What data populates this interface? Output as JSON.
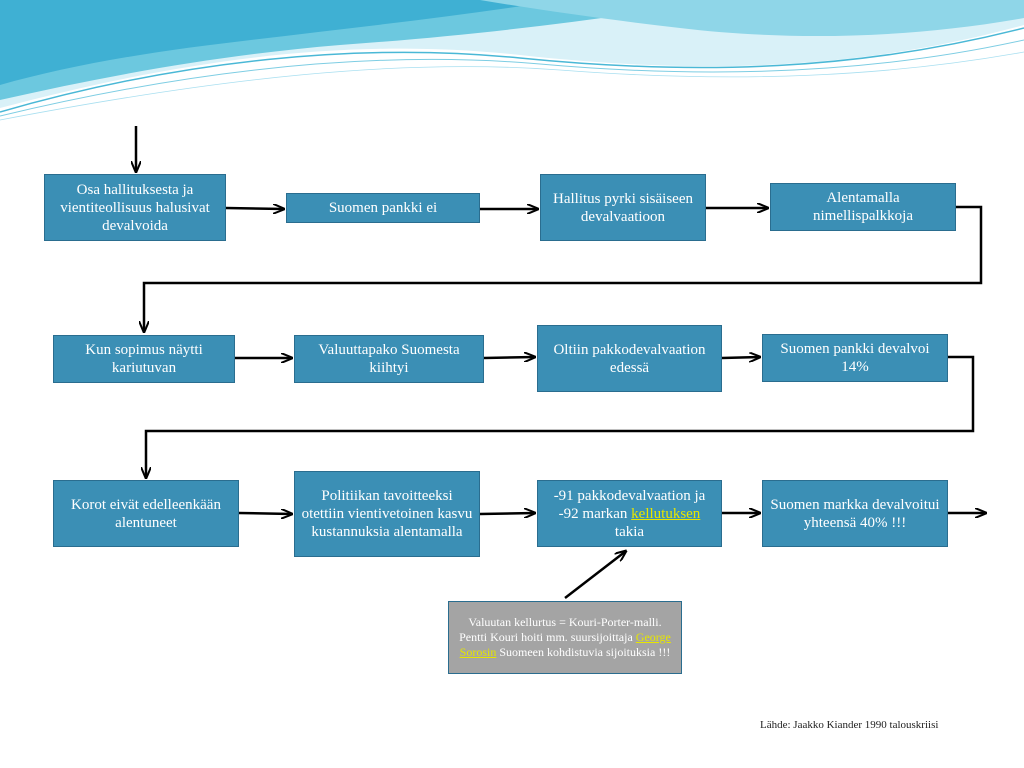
{
  "boxes": {
    "b1": "Osa hallituksesta ja vientiteollisuus halusivat devalvoida",
    "b2": "Suomen pankki ei",
    "b3": "Hallitus pyrki sisäiseen devalvaatioon",
    "b4": "Alentamalla nimellispalkkoja",
    "b5": "Kun sopimus näytti kariutuvan",
    "b6": "Valuuttapako Suomesta kiihtyi",
    "b7": "Oltiin pakkodevalvaation edessä",
    "b8": "Suomen pankki devalvoi 14%",
    "b9": "Korot eivät edelleenkään alentuneet",
    "b10": "Politiikan tavoitteeksi otettiin vientivetoinen kasvu kustannuksia alentamalla",
    "b11": {
      "text_before": "-91 pakkodevalvaation ja -92 markan",
      "link": "kellutuksen",
      "text_after": "takia"
    },
    "b12": "Suomen markka devalvoitui yhteensä 40% !!!"
  },
  "note": {
    "text_before": "Valuutan kellurtus = Kouri-Porter-malli. Pentti Kouri hoiti mm. suursijoittaja",
    "link": "George Sorosin",
    "text_after": "Suomeen kohdistuvia sijoituksia !!!"
  },
  "source": "Lähde: Jaakko Kiander 1990 talouskriisi",
  "colors": {
    "box_fill": "#3b8fb5",
    "box_border": "#2a6d8f",
    "note_fill": "#a4a4a4",
    "link": "#e6e600",
    "wave": "#5cc7e0"
  }
}
